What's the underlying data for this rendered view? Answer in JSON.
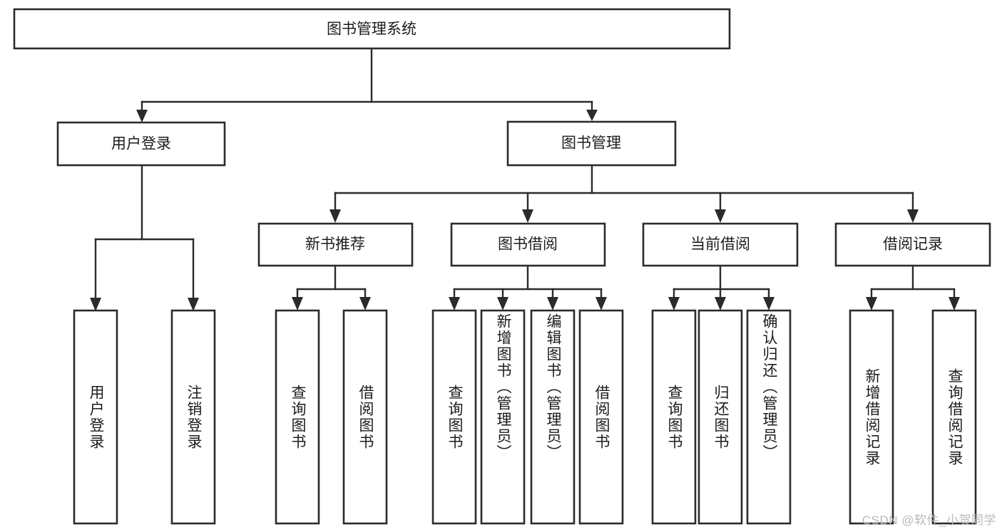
{
  "diagram": {
    "type": "tree",
    "title": "图书管理系统",
    "watermark": "CSDN @软件_小贺同学",
    "colors": {
      "box_stroke": "#2b2b2b",
      "box_fill": "#ffffff",
      "connector": "#2b2b2b",
      "text": "#1c1c1c",
      "watermark": "#b9b9b9",
      "background": "#ffffff"
    },
    "root": {
      "label": "图书管理系统"
    },
    "level2": [
      {
        "label": "用户登录"
      },
      {
        "label": "图书管理"
      }
    ],
    "level3": [
      {
        "label": "新书推荐"
      },
      {
        "label": "图书借阅"
      },
      {
        "label": "当前借阅"
      },
      {
        "label": "借阅记录"
      }
    ],
    "leaves": {
      "user_login": [
        {
          "label": "用户登录"
        },
        {
          "label": "注销登录"
        }
      ],
      "new_book_recommend": [
        {
          "label": "查询图书"
        },
        {
          "label": "借阅图书"
        }
      ],
      "book_borrow": [
        {
          "label": "查询图书"
        },
        {
          "label": "新增图书（管理员）"
        },
        {
          "label": "编辑图书（管理员）"
        },
        {
          "label": "借阅图书"
        }
      ],
      "current_borrow": [
        {
          "label": "查询图书"
        },
        {
          "label": "归还图书"
        },
        {
          "label": "确认归还（管理员）"
        }
      ],
      "borrow_record": [
        {
          "label": "新增借阅记录"
        },
        {
          "label": "查询借阅记录"
        }
      ]
    }
  }
}
